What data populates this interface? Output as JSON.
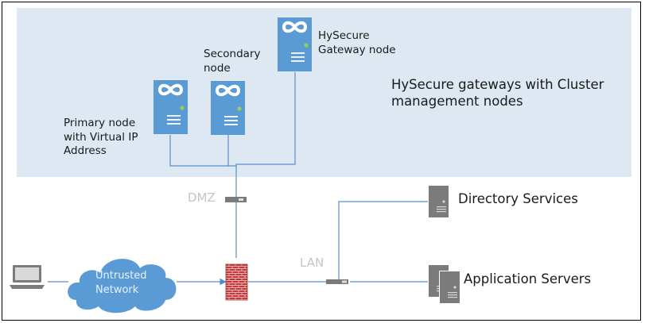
{
  "diagram": {
    "cluster": {
      "title": "HySecure gateways with Cluster management nodes",
      "title_lines": "HySecure gateways with Cluster\nmanagement nodes",
      "nodes": [
        {
          "id": "primary",
          "label": "Primary node\nwith Virtual IP\nAddress",
          "icon": "hysecure-server-icon"
        },
        {
          "id": "secondary",
          "label": "Secondary\nnode",
          "icon": "hysecure-server-icon"
        },
        {
          "id": "gateway",
          "label": "HySecure\nGateway node",
          "icon": "hysecure-server-icon"
        }
      ]
    },
    "zones": {
      "dmz": "DMZ",
      "lan": "LAN"
    },
    "client": {
      "icon": "laptop-icon"
    },
    "untrusted_network": {
      "label": "Untrusted\nNetwork",
      "icon": "cloud-icon"
    },
    "firewall": {
      "icon": "firewall-icon"
    },
    "directory_services": {
      "label": "Directory Services",
      "icon": "server-icon"
    },
    "application_servers": {
      "label": "Application Servers",
      "icon": "servers-icon"
    },
    "colors": {
      "cluster_background": "#dde8f3",
      "node_fill": "#5b9bd5",
      "status_led": "#92d050",
      "link_line": "#5b8fc7",
      "cloud_fill": "#5b9bd5",
      "firewall_fill": "#c0393b",
      "server_gray": "#7b7b7b",
      "zone_label": "#c4c4c4"
    }
  }
}
